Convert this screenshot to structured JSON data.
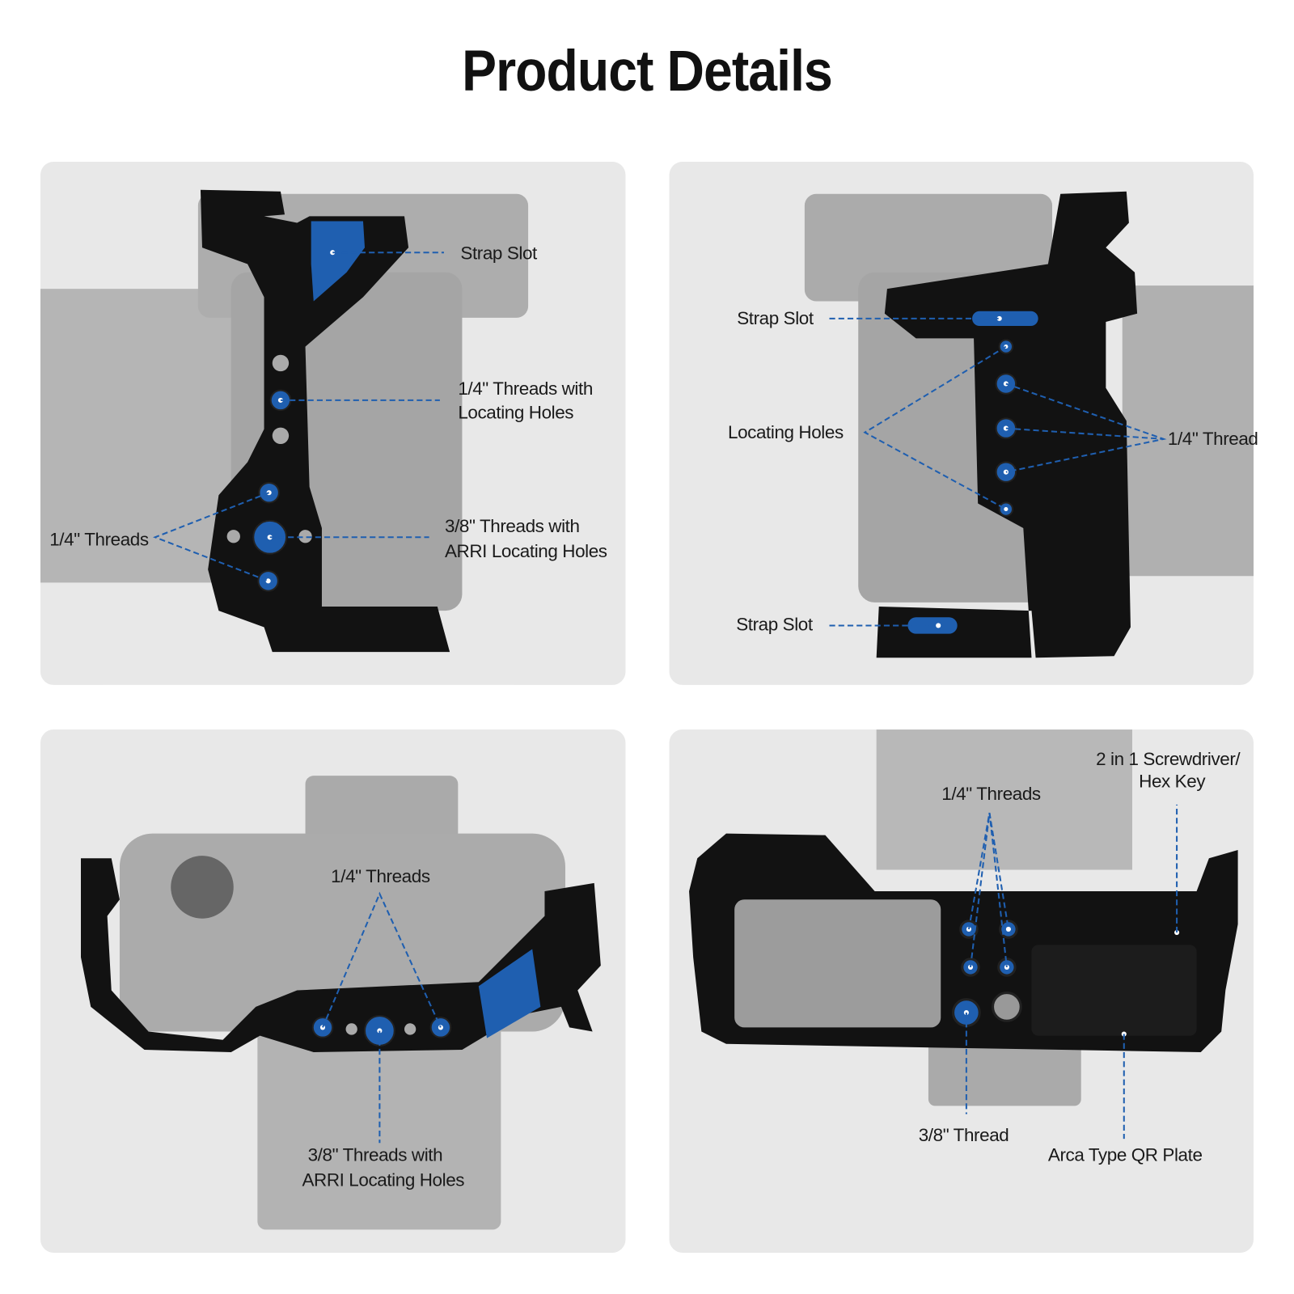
{
  "title": "Product Details",
  "colors": {
    "accent_blue": "#1f5fb0",
    "cage": "#111111",
    "panel_bg": "#e8e8e8",
    "camera": "#a8a8a8"
  },
  "panels": [
    {
      "labels": {
        "strap_slot": "Strap Slot",
        "threads_locating_1": "1/4\" Threads with",
        "threads_locating_2": "Locating Holes",
        "quarter_threads": "1/4\" Threads",
        "arri_1": "3/8\" Threads with",
        "arri_2": "ARRI Locating Holes"
      }
    },
    {
      "labels": {
        "strap_slot_top": "Strap Slot",
        "locating_holes": "Locating Holes",
        "quarter_thread": "1/4\" Thread",
        "strap_slot_bottom": "Strap Slot"
      }
    },
    {
      "labels": {
        "quarter_threads": "1/4\" Threads",
        "arri_1": "3/8\" Threads with",
        "arri_2": "ARRI Locating Holes"
      }
    },
    {
      "labels": {
        "screwdriver_1": "2 in 1 Screwdriver/",
        "screwdriver_2": "Hex Key",
        "quarter_threads": "1/4\" Threads",
        "eighth_thread": "3/8\" Thread",
        "arca": "Arca Type QR Plate"
      }
    }
  ]
}
